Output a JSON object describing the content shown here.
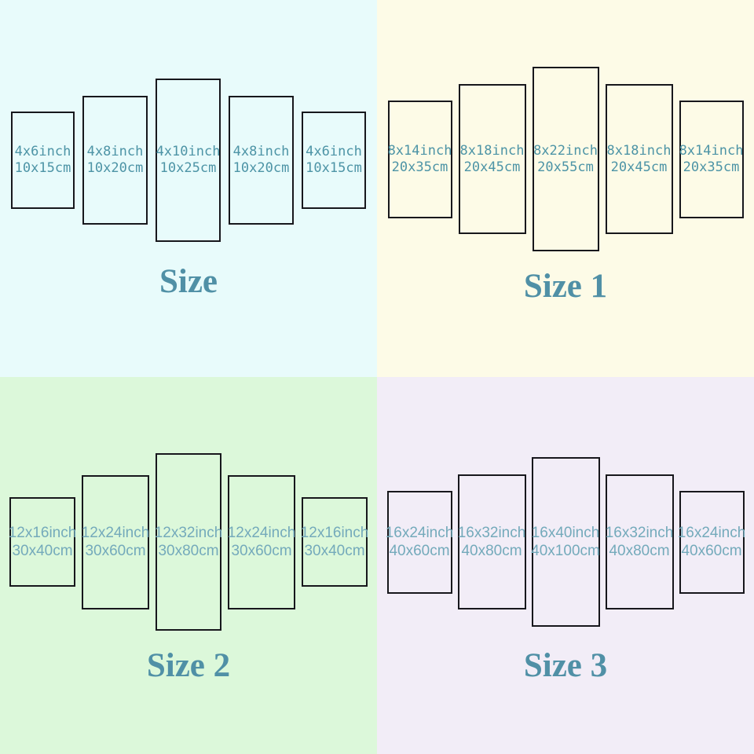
{
  "palette": {
    "panel_border": "#17171c",
    "panel_text_top_quadrants": "#4d94a6",
    "panel_text_bottom_quadrants": "#74aabb",
    "title_text": "#5090a6"
  },
  "quadrants": [
    {
      "title": "Size",
      "background": "#e8fbfb",
      "panels": [
        {
          "line1": "4x6inch",
          "line2": "10x15cm"
        },
        {
          "line1": "4x8inch",
          "line2": "10x20cm"
        },
        {
          "line1": "4x10inch",
          "line2": "10x25cm"
        },
        {
          "line1": "4x8inch",
          "line2": "10x20cm"
        },
        {
          "line1": "4x6inch",
          "line2": "10x15cm"
        }
      ]
    },
    {
      "title": "Size 1",
      "background": "#fdfbe7",
      "panels": [
        {
          "line1": "8x14inch",
          "line2": "20x35cm"
        },
        {
          "line1": "8x18inch",
          "line2": "20x45cm"
        },
        {
          "line1": "8x22inch",
          "line2": "20x55cm"
        },
        {
          "line1": "8x18inch",
          "line2": "20x45cm"
        },
        {
          "line1": "8x14inch",
          "line2": "20x35cm"
        }
      ]
    },
    {
      "title": "Size 2",
      "background": "#dcf8da",
      "panels": [
        {
          "line1": "12x16inch",
          "line2": "30x40cm"
        },
        {
          "line1": "12x24inch",
          "line2": "30x60cm"
        },
        {
          "line1": "12x32inch",
          "line2": "30x80cm"
        },
        {
          "line1": "12x24inch",
          "line2": "30x60cm"
        },
        {
          "line1": "12x16inch",
          "line2": "30x40cm"
        }
      ]
    },
    {
      "title": "Size 3",
      "background": "#f2edf7",
      "panels": [
        {
          "line1": "16x24inch",
          "line2": "40x60cm"
        },
        {
          "line1": "16x32inch",
          "line2": "40x80cm"
        },
        {
          "line1": "16x40inch",
          "line2": "40x100cm"
        },
        {
          "line1": "16x32inch",
          "line2": "40x80cm"
        },
        {
          "line1": "16x24inch",
          "line2": "40x60cm"
        }
      ]
    }
  ]
}
